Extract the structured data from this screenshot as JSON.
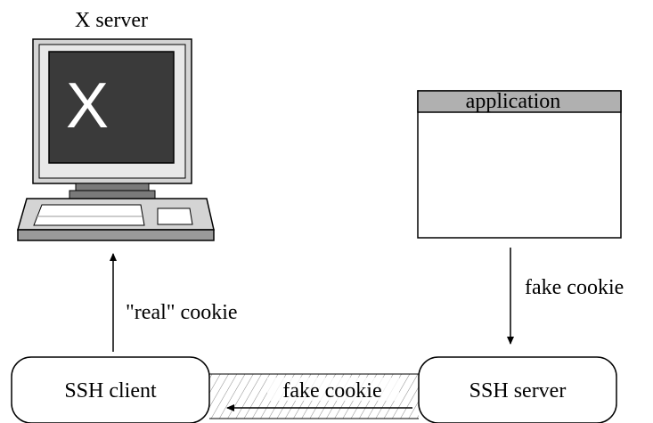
{
  "workstation": {
    "label": "X server",
    "screen_glyph": "X"
  },
  "application_window": {
    "title": "application"
  },
  "arrows": {
    "app_to_server": "fake cookie",
    "client_to_xserver": "\"real\" cookie"
  },
  "ssh_client": {
    "label": "SSH client"
  },
  "ssh_server": {
    "label": "SSH server"
  },
  "tunnel": {
    "label": "fake cookie"
  },
  "icons": {
    "workstation": "computer-monitor-keyboard-icon"
  },
  "colors": {
    "monitor_case": "#d4d4d4",
    "screen": "#3a3a3a",
    "title_bar": "#b0b0b0",
    "stroke": "#000000"
  }
}
